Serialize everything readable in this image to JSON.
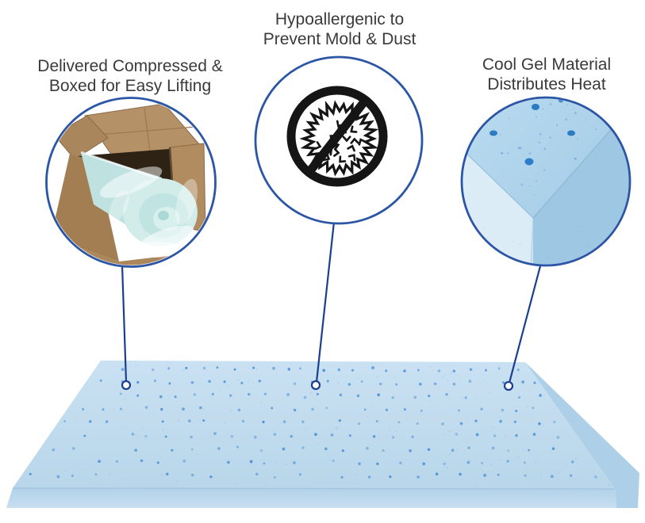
{
  "figure": {
    "type": "product-feature-callout-diagram",
    "subject": "gel-memory-foam-mattress-topper",
    "background": "#ffffff"
  },
  "callouts": [
    {
      "id": "delivered-compressed",
      "label_lines": [
        "Delivered Compressed &",
        "Boxed for Easy Lifting"
      ],
      "media": "photo-compressed-roll-in-cardboard-box"
    },
    {
      "id": "hypoallergenic",
      "label_lines": [
        "Hypoallergenic to",
        "Prevent Mold & Dust"
      ],
      "media": "no-allergens-prohibition-icon"
    },
    {
      "id": "cool-gel",
      "label_lines": [
        "Cool Gel Material",
        "Distributes Heat"
      ],
      "media": "photo-gel-foam-corner-closeup"
    }
  ],
  "colors": {
    "ring_blue": "#2b55a5",
    "leader_line_navy": "#1c3e8f",
    "caption_text": "#3a3a3a",
    "mattress_top": "#c3ddef",
    "mattress_front": "#bdd9ec",
    "mattress_side": "#add0e8",
    "vent_dot_blue": "#4a8fd6",
    "cardboard_tan": "#b29066",
    "foam_roll_aqua": "#cdeae8",
    "gel_foam_blue": "#aed2ea",
    "gel_dot_blue": "#2f7fc3",
    "icon_black": "#151515"
  }
}
